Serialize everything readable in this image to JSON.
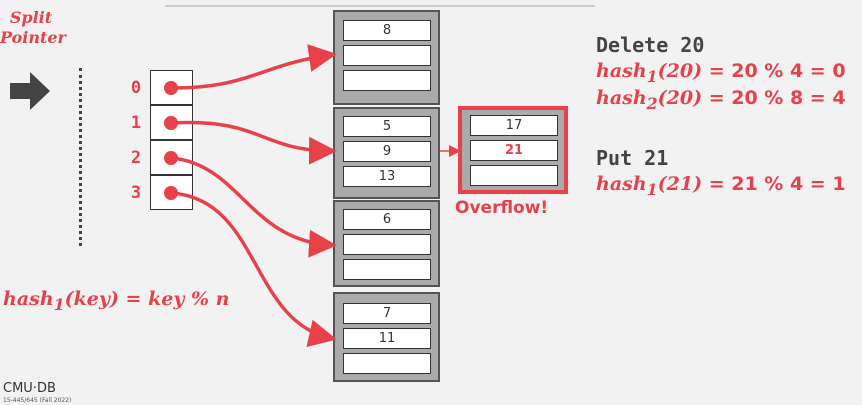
{
  "split_pointer": {
    "label_line1": "Split",
    "label_line2": "Pointer"
  },
  "directory": [
    "0",
    "1",
    "2",
    "3"
  ],
  "buckets": [
    [
      "8",
      "",
      ""
    ],
    [
      "5",
      "9",
      "13"
    ],
    [
      "6",
      "",
      ""
    ],
    [
      "7",
      "11",
      ""
    ]
  ],
  "overflow": {
    "slots": [
      "17",
      "21",
      ""
    ],
    "label": "Overflow!",
    "color": "#e8414a"
  },
  "ops": {
    "delete_title": "Delete 20",
    "delete_h1_fn": "hash",
    "delete_h1_sub": "1",
    "delete_h1_arg": "(20)",
    "delete_h1_rhs": "=  20 % 4 = 0",
    "delete_h2_fn": "hash",
    "delete_h2_sub": "2",
    "delete_h2_arg": "(20)",
    "delete_h2_rhs": "=  20 % 8 = 4",
    "put_title": "Put 21",
    "put_h1_fn": "hash",
    "put_h1_sub": "1",
    "put_h1_arg": "(21)",
    "put_h1_rhs": "=  21 % 4 = 1"
  },
  "formula": {
    "fn": "hash",
    "sub": "1",
    "rest": "(key) = key % n"
  },
  "footer": {
    "logo": "CMU·DB",
    "course": "15-445/645 (Fall 2022)"
  }
}
